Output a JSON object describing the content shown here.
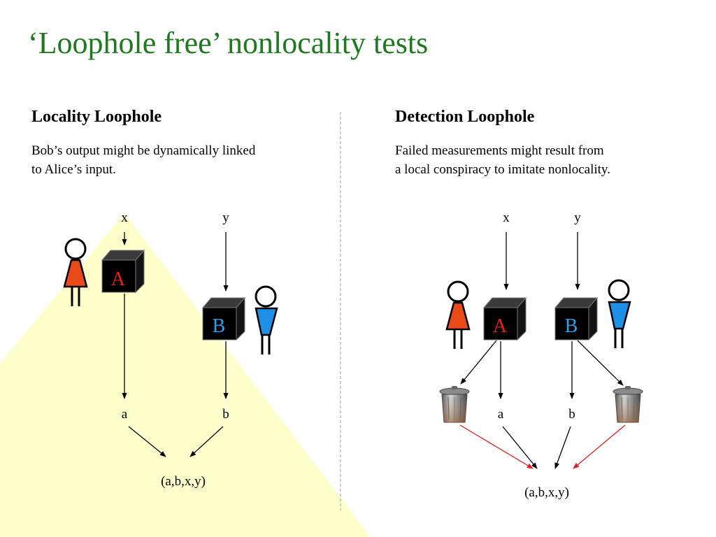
{
  "title": "‘Loophole free’ nonlocality tests",
  "left_panel": {
    "heading": "Locality Loophole",
    "description_lines": [
      "Bob’s output might be dynamically linked",
      "to Alice’s input."
    ],
    "inputs": {
      "x": "x",
      "y": "y"
    },
    "boxes": {
      "a": "A",
      "b": "B"
    },
    "outputs": {
      "a": "a",
      "b": "b"
    },
    "result": "(a,b,x,y)"
  },
  "right_panel": {
    "heading": "Detection Loophole",
    "description_lines": [
      "Failed measurements might result from",
      "a local conspiracy to imitate nonlocality."
    ],
    "inputs": {
      "x": "x",
      "y": "y"
    },
    "boxes": {
      "a": "A",
      "b": "B"
    },
    "outputs": {
      "a": "a",
      "b": "b"
    },
    "result": "(a,b,x,y)"
  },
  "colors": {
    "title": "#1f7a1f",
    "light_cone": "#ffffcc",
    "alice": "#e84a1a",
    "bob": "#1e90e8",
    "box_label_a": "#e82010",
    "box_label_b": "#2aa0f0",
    "failed_arrow": "#e02020"
  }
}
